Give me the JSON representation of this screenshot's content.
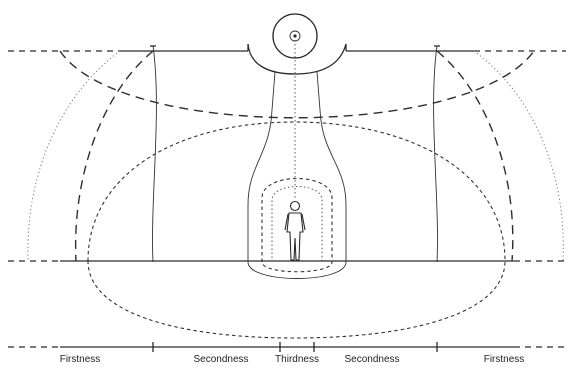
{
  "labels": {
    "firstness_left": "Firstness",
    "secondness_left": "Secondness",
    "thirdness": "Thirdness",
    "secondness_right": "Secondness",
    "firstness_right": "Firstness"
  },
  "colors": {
    "line": "#2b2b2b",
    "dotted": "#777777",
    "background": "#ffffff"
  }
}
